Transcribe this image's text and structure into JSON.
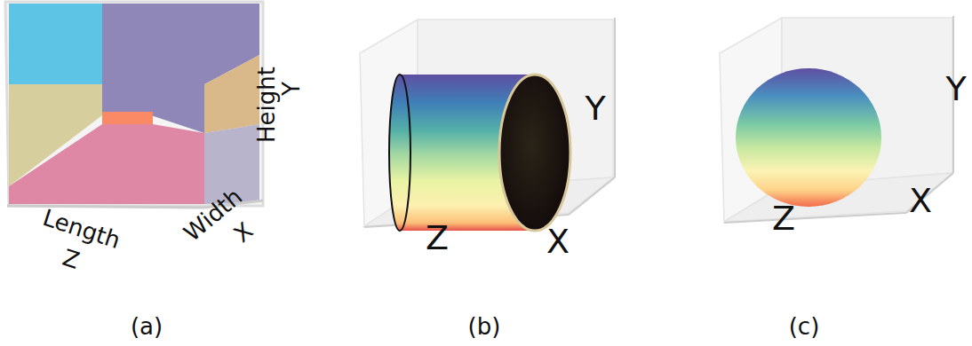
{
  "diagram": {
    "labels": [
      "Height",
      "Y",
      "Length",
      "Z",
      "Width",
      "X",
      "Y",
      "Z",
      "X",
      "Y",
      "Z",
      "X",
      "(a)",
      "(b)",
      "(c)"
    ]
  }
}
